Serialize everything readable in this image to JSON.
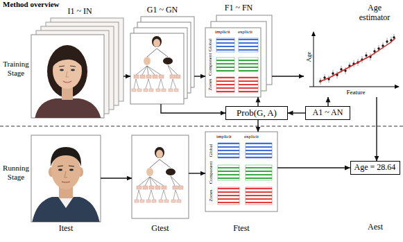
{
  "diagram": {
    "title": "Method overview",
    "nodes": [
      {
        "text": [
          "I1 ~ IN"
        ]
      },
      {
        "text": [
          "G1 ~ GN"
        ]
      },
      {
        "text": [
          "F1 ~ FN",
          "implicit",
          "explicit",
          "Global",
          "Component",
          "Zones"
        ]
      },
      {
        "text": [
          "Age estimator",
          "Age",
          "Feature"
        ]
      },
      {
        "text": [
          "Prob(G, A)"
        ]
      },
      {
        "text": [
          "A1 ~ AN"
        ]
      },
      {
        "text": [
          "Itest"
        ]
      },
      {
        "text": [
          "Gtest"
        ]
      },
      {
        "text": [
          "Ftest",
          "implicit",
          "explicit",
          "Global",
          "Component",
          "Zones"
        ]
      },
      {
        "text": [
          "Age = 28.64",
          "Aest"
        ]
      }
    ],
    "edges": [
      {
        "from": 0,
        "to": 1,
        "arrow": "to"
      },
      {
        "from": 1,
        "to": 2,
        "arrow": "to"
      },
      {
        "from": 2,
        "to": 3,
        "arrow": "to"
      },
      {
        "from": 1,
        "to": 4,
        "arrow": "to"
      },
      {
        "from": 5,
        "to": 4,
        "arrow": "to"
      },
      {
        "from": 5,
        "to": 3,
        "arrow": "to"
      },
      {
        "from": 4,
        "to": 2,
        "arrow": "to"
      },
      {
        "from": 4,
        "to": 8,
        "arrow": "to"
      },
      {
        "from": 6,
        "to": 7,
        "arrow": "to"
      },
      {
        "from": 7,
        "to": 8,
        "arrow": "to"
      },
      {
        "from": 8,
        "to": 9,
        "arrow": "to"
      },
      {
        "from": 3,
        "to": 9,
        "arrow": "to"
      }
    ],
    "labels": [
      "Training Stage",
      "Running Stage"
    ]
  }
}
